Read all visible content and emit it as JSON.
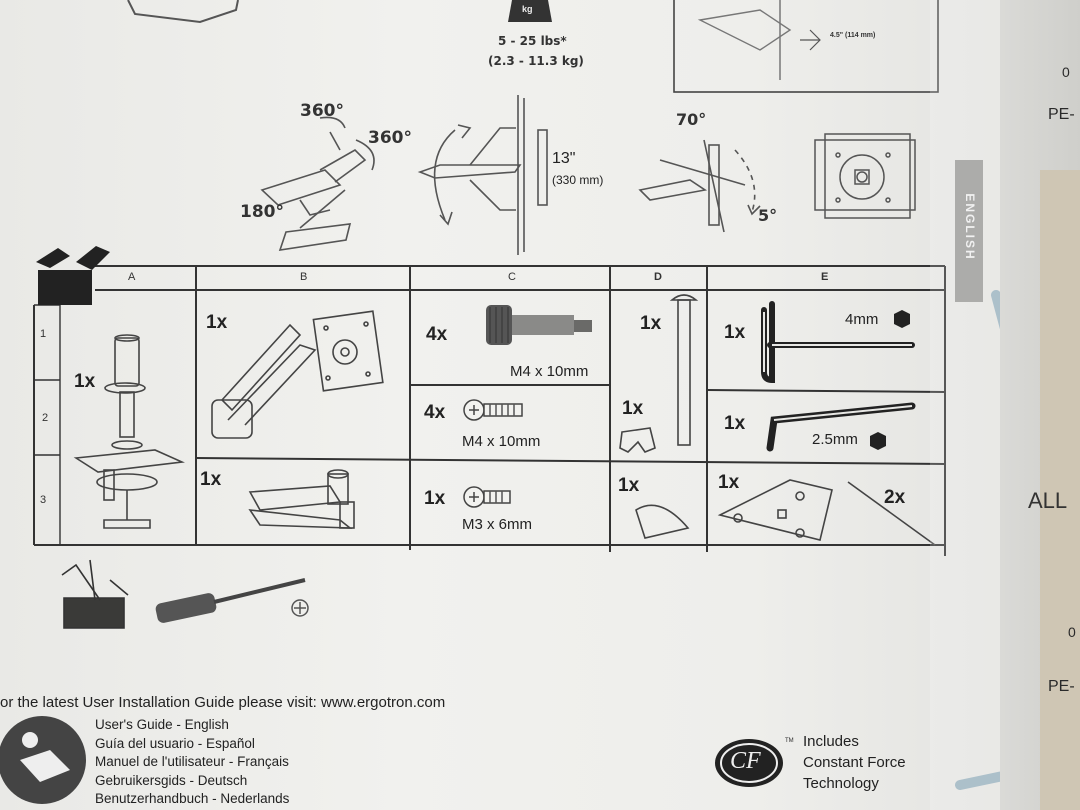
{
  "weight": {
    "lbs": "5 - 25 lbs*",
    "kg": "(2.3 - 11.3 kg)",
    "box_text": "kg"
  },
  "dimension_small": "4.5\" (114 mm)",
  "rotations": {
    "r1": "360°",
    "r2": "360°",
    "r3": "180°"
  },
  "height": {
    "inch": "13\"",
    "mm": "(330 mm)"
  },
  "tilt": {
    "up": "70°",
    "down": "5°"
  },
  "side_labels": {
    "english": "ENGLISH",
    "all": "ALL",
    "recycle_top": "0",
    "pe_top": "PE-",
    "recycle_bottom": "0",
    "pe_bottom": "PE-"
  },
  "columns": [
    "A",
    "B",
    "C",
    "D",
    "E"
  ],
  "rows": [
    "1",
    "2",
    "3"
  ],
  "parts": {
    "a1": "1x",
    "b1": "1x",
    "b3": "1x",
    "c1_qty": "4x",
    "c1_size": "M4 x 10mm",
    "c2_qty": "4x",
    "c2_size": "M4 x 10mm",
    "c3_qty": "1x",
    "c3_size": "M3 x 6mm",
    "d1": "1x",
    "d2": "1x",
    "d3": "1x",
    "e1_qty": "1x",
    "e1_size": "4mm",
    "e2_qty": "1x",
    "e2_size": "2.5mm",
    "e3_qty": "1x",
    "e3_ties": "2x"
  },
  "guide": {
    "visit": "or the latest User Installation Guide please visit: www.ergotron.com",
    "languages": [
      "User's Guide - English",
      "Guía del usuario - Español",
      "Manuel de l'utilisateur - Français",
      "Gebruikersgids - Deutsch",
      "Benutzerhandbuch - Nederlands"
    ]
  },
  "cf": {
    "logo": "CF",
    "tm": "TM",
    "line1": "Includes",
    "line2": "Constant Force",
    "line3": "Technology"
  }
}
